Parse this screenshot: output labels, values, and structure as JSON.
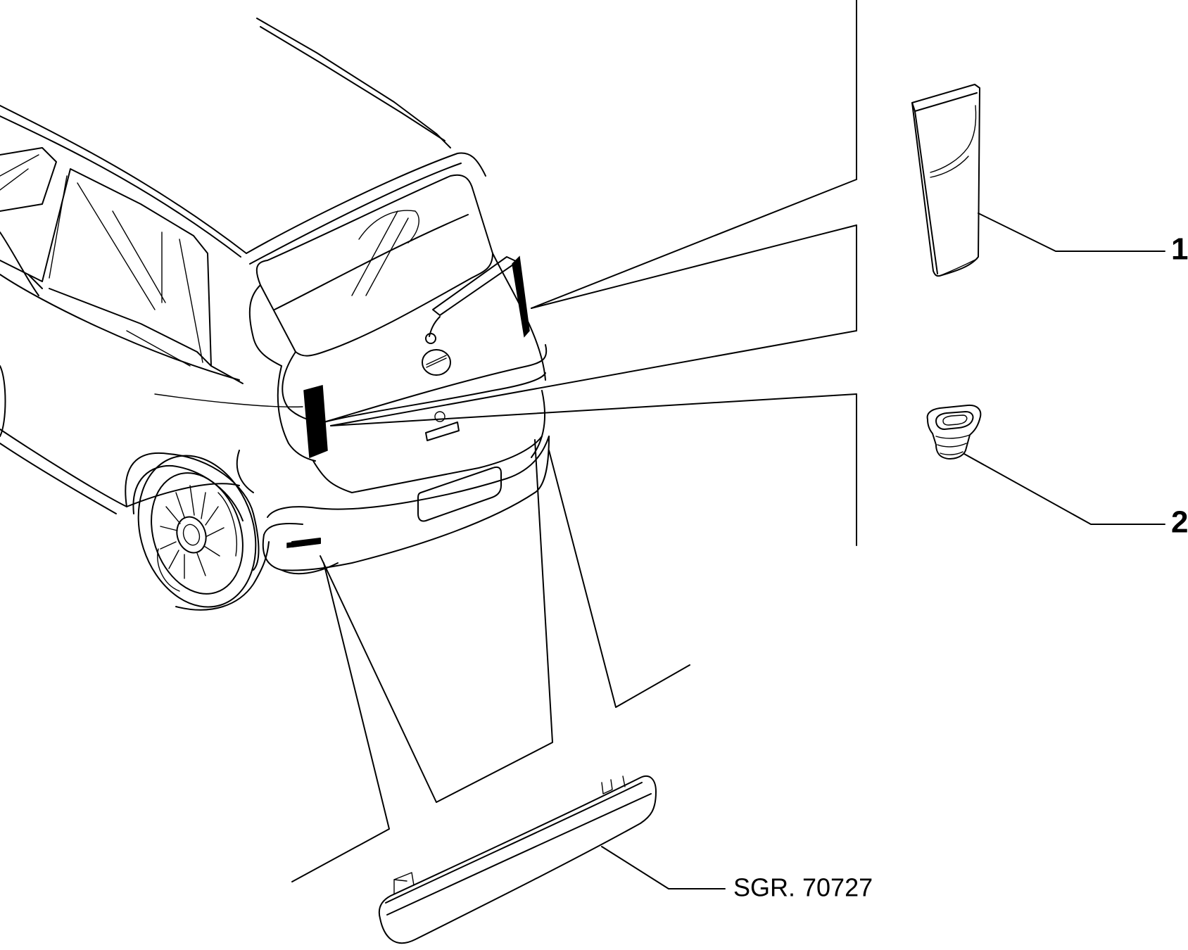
{
  "callouts": [
    {
      "id": "1",
      "label": "1"
    },
    {
      "id": "2",
      "label": "2"
    }
  ],
  "reference": {
    "label": "SGR. 70727"
  },
  "colors": {
    "line": "#000000",
    "background": "#ffffff"
  }
}
